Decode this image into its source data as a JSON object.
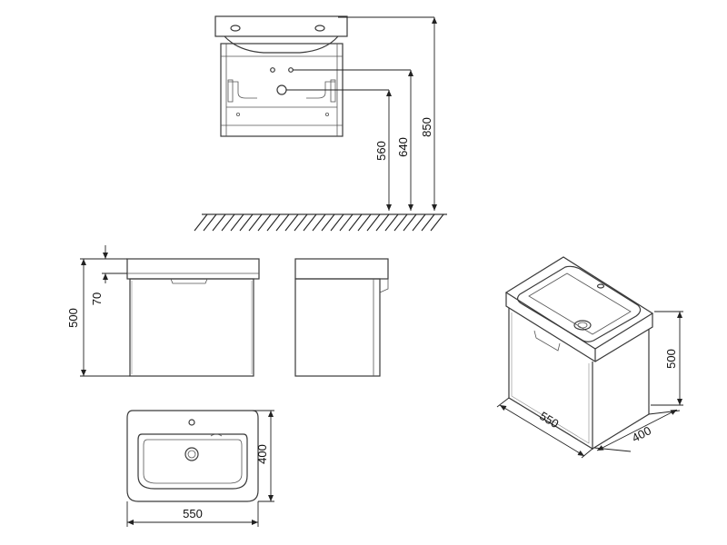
{
  "dimensions": {
    "wall_top_height": "850",
    "wall_mid_height": "640",
    "wall_low_height": "560",
    "front_height": "500",
    "front_top": "70",
    "top_depth": "400",
    "top_width": "550",
    "iso_height": "500",
    "iso_width": "550",
    "iso_depth": "400"
  },
  "colors": {
    "line": "#3a3a3a",
    "dimension": "#222222",
    "background": "#ffffff"
  }
}
